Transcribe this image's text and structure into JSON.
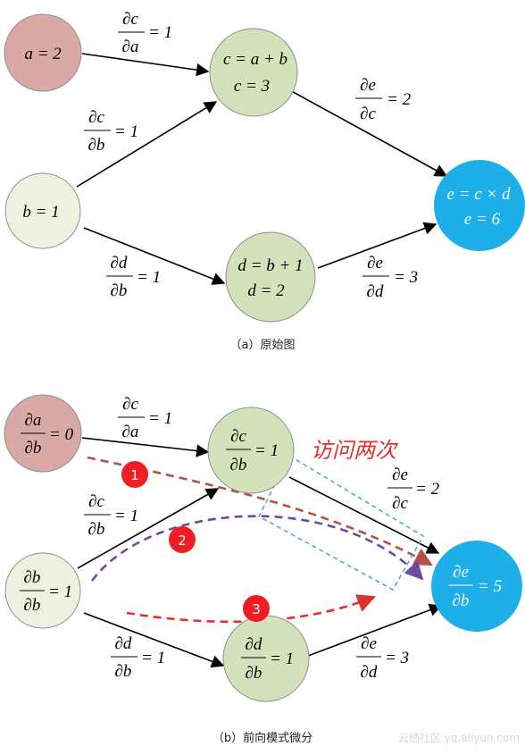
{
  "diagram_a": {
    "caption": "（a）原始图",
    "nodes": {
      "a": {
        "line1": "a = 2",
        "line2": ""
      },
      "b": {
        "line1": "b = 1",
        "line2": ""
      },
      "c": {
        "line1": "c = a + b",
        "line2": "c = 3"
      },
      "d": {
        "line1": "d = b + 1",
        "line2": "d = 2"
      },
      "e": {
        "line1": "e = c × d",
        "line2": "e = 6"
      }
    },
    "edges": {
      "ac": {
        "num": "∂c",
        "den": "∂a",
        "val": "= 1"
      },
      "bc": {
        "num": "∂c",
        "den": "∂b",
        "val": "= 1"
      },
      "bd": {
        "num": "∂d",
        "den": "∂b",
        "val": "= 1"
      },
      "ce": {
        "num": "∂e",
        "den": "∂c",
        "val": "= 2"
      },
      "de": {
        "num": "∂e",
        "den": "∂d",
        "val": "= 3"
      }
    }
  },
  "diagram_b": {
    "caption": "（b）前向模式微分",
    "annotation": "访问两次",
    "badges": [
      "1",
      "2",
      "3"
    ],
    "nodes": {
      "a": {
        "num": "∂a",
        "den": "∂b",
        "val": "= 0"
      },
      "b": {
        "num": "∂b",
        "den": "∂b",
        "val": "= 1"
      },
      "c": {
        "num": "∂c",
        "den": "∂b",
        "val": "= 1"
      },
      "d": {
        "num": "∂d",
        "den": "∂b",
        "val": "= 1"
      },
      "e": {
        "num": "∂e",
        "den": "∂b",
        "val": "= 5"
      }
    },
    "edges": {
      "ac": {
        "num": "∂c",
        "den": "∂a",
        "val": "= 1"
      },
      "bc": {
        "num": "∂c",
        "den": "∂b",
        "val": "= 1"
      },
      "bd": {
        "num": "∂d",
        "den": "∂b",
        "val": "= 1"
      },
      "ce": {
        "num": "∂e",
        "den": "∂c",
        "val": "= 2"
      },
      "de": {
        "num": "∂e",
        "den": "∂d",
        "val": "= 3"
      }
    }
  },
  "watermark": "云栖社区 yq.aliyun.com",
  "colors": {
    "node_a": "#d9a9a6",
    "node_b": "#eef1df",
    "node_cd": "#d4e2bb",
    "node_e": "#1eaee8",
    "path1": "#b3504a",
    "path2": "#6f4a9c",
    "path3": "#e0312c",
    "box": "#3aa9d6"
  }
}
